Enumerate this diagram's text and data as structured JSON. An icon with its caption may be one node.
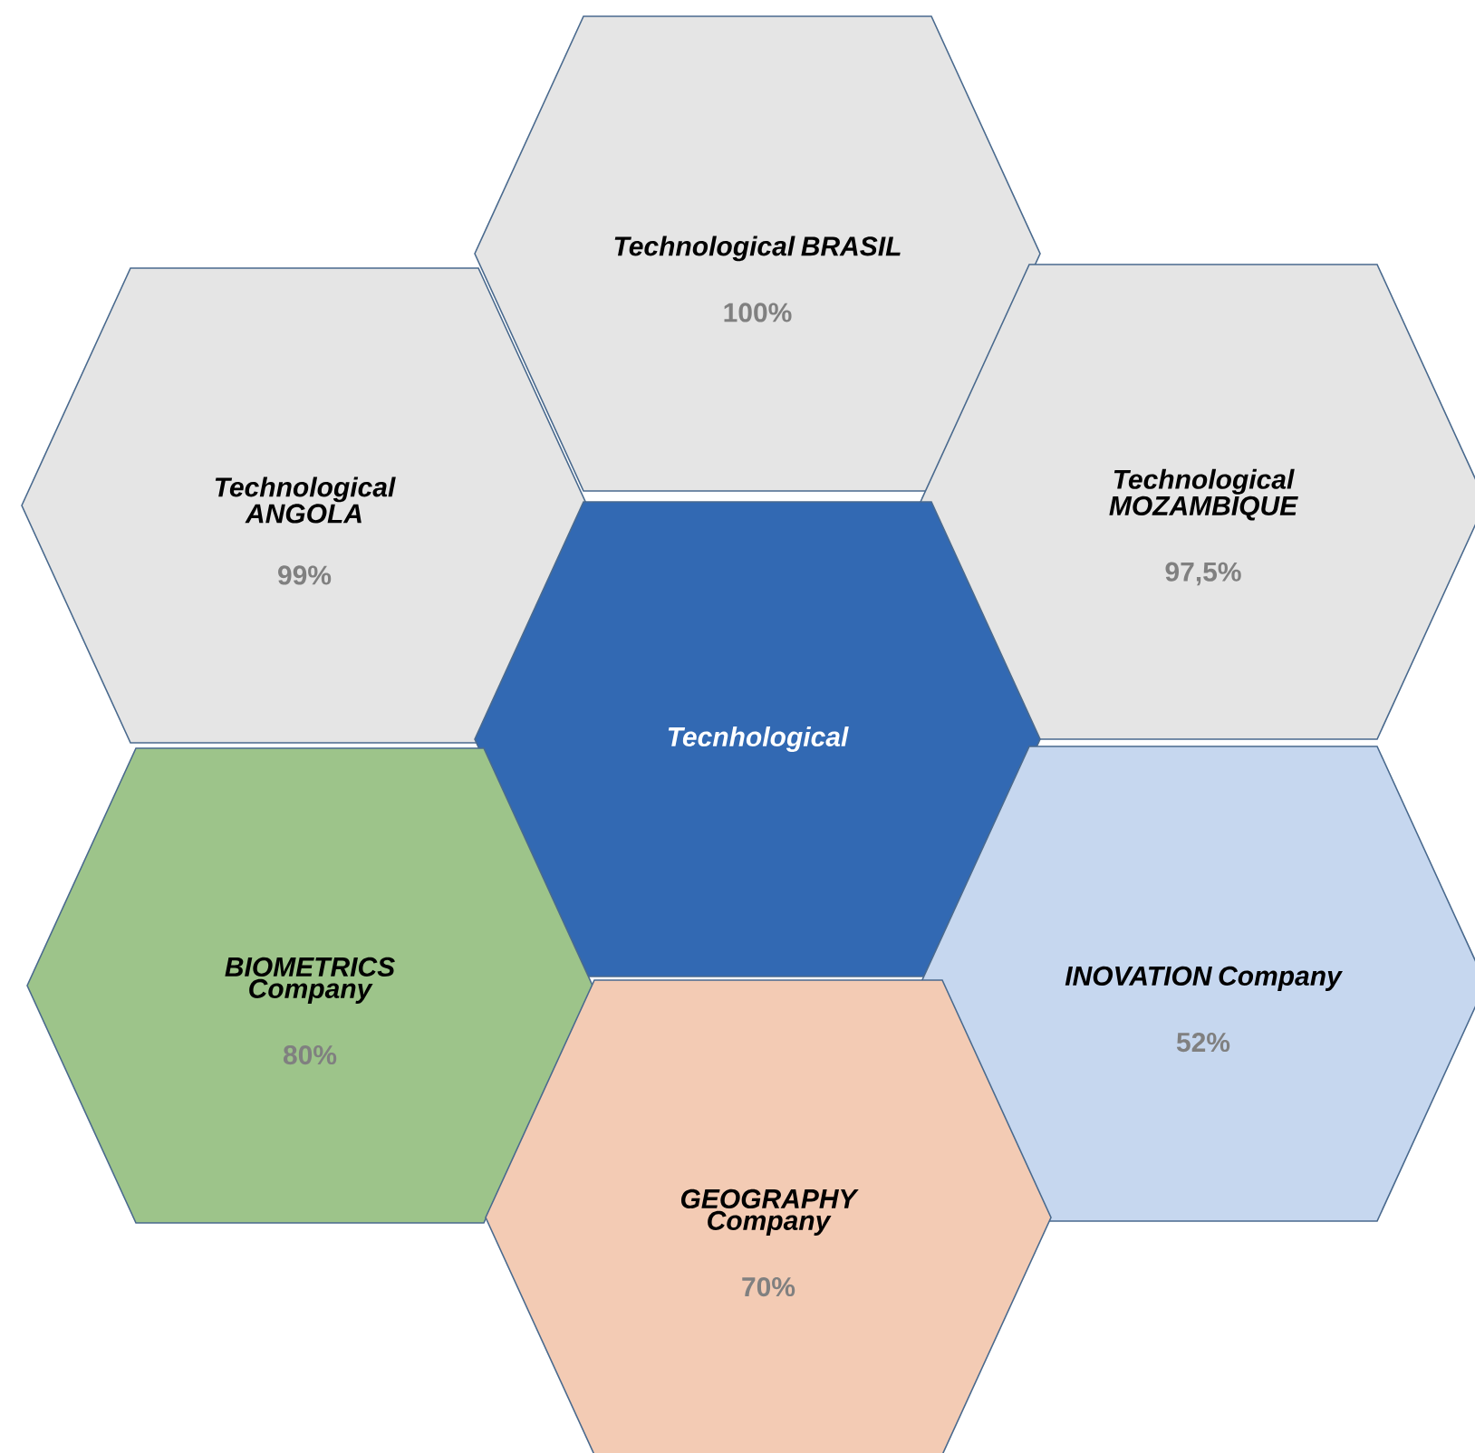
{
  "diagram": {
    "nodes": [
      {
        "text": [
          "Technological BRASIL",
          "100%"
        ]
      },
      {
        "text": [
          "Technological ANGOLA",
          "99%"
        ]
      },
      {
        "text": [
          "Technological MOZAMBIQUE",
          "97,5%"
        ]
      },
      {
        "text": [
          "Tecnhological"
        ]
      },
      {
        "text": [
          "BIOMETRICS Company",
          "80%"
        ]
      },
      {
        "text": [
          "INOVATION Company",
          "52%"
        ]
      },
      {
        "text": [
          "GEOGRAPHY Company",
          "70%"
        ]
      }
    ]
  }
}
